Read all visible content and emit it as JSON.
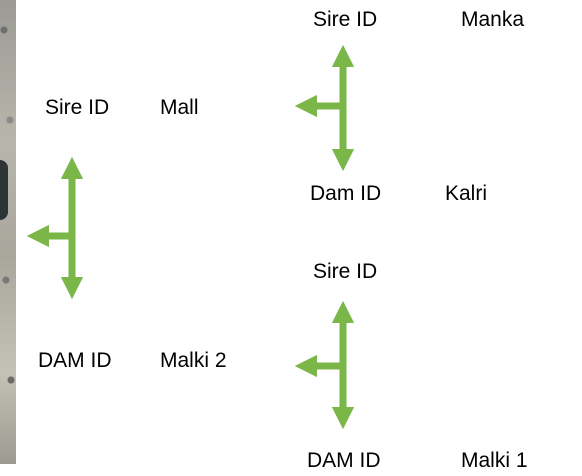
{
  "pedigree": {
    "left": {
      "sire_label": "Sire ID",
      "sire_value": "Mall",
      "dam_label": "DAM ID",
      "dam_value": "Malki 2"
    },
    "upper_right": {
      "sire_label": "Sire ID",
      "sire_value": "Manka",
      "dam_label": "Dam ID",
      "dam_value": "Kalri"
    },
    "lower_right": {
      "sire_label": "Sire ID",
      "sire_value": "",
      "dam_label": "DAM ID",
      "dam_value": "Malki 1"
    }
  },
  "colors": {
    "arrow": "#7ab648"
  }
}
